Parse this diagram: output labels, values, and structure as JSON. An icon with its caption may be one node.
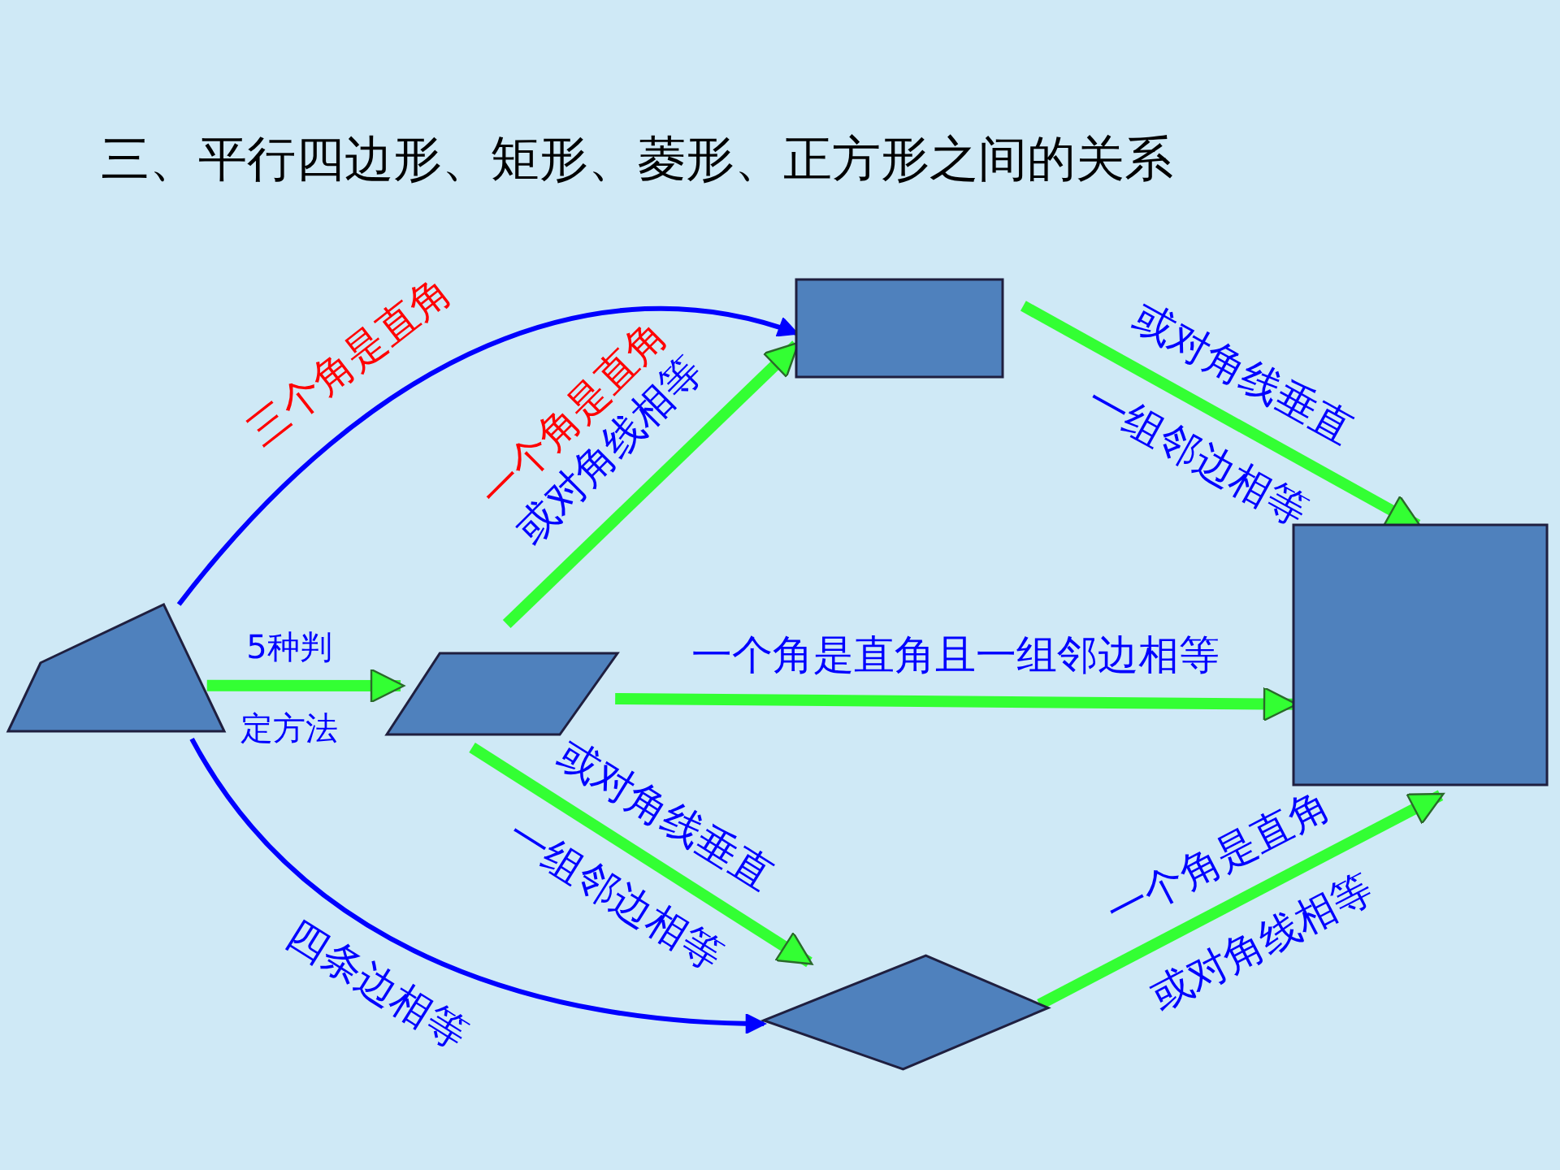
{
  "diagram": {
    "title": "三、平行四边形、矩形、菱形、正方形之间的关系",
    "nodes": [
      {
        "text": [],
        "shape": "quadrilateral"
      },
      {
        "text": [],
        "shape": "parallelogram"
      },
      {
        "text": [],
        "shape": "box"
      },
      {
        "text": [],
        "shape": "box"
      },
      {
        "text": [],
        "shape": "diamond"
      }
    ],
    "edges": [
      {
        "from": 0,
        "to": 2,
        "arrow": "to",
        "label": "三个角是直角",
        "color": "#0000ff"
      },
      {
        "from": 0,
        "to": 1,
        "arrow": "to",
        "label": "5种判定方法"
      },
      {
        "from": 1,
        "to": 2,
        "arrow": "to",
        "label": "一个角是直角或对角线相等"
      },
      {
        "from": 2,
        "to": 3,
        "arrow": "to",
        "label": "或对角线垂直一组邻边相等"
      },
      {
        "from": 1,
        "to": 3,
        "arrow": "to",
        "label": "一个角是直角且一组邻边相等"
      },
      {
        "from": 1,
        "to": 4,
        "arrow": "to",
        "label": "或对角线垂直一组邻边相等"
      },
      {
        "from": 0,
        "to": 4,
        "arrow": "to",
        "label": "四条边相等",
        "color": "#0000ff"
      },
      {
        "from": 4,
        "to": 3,
        "arrow": "to",
        "label": "一个角是直角或对角线相等"
      }
    ]
  }
}
